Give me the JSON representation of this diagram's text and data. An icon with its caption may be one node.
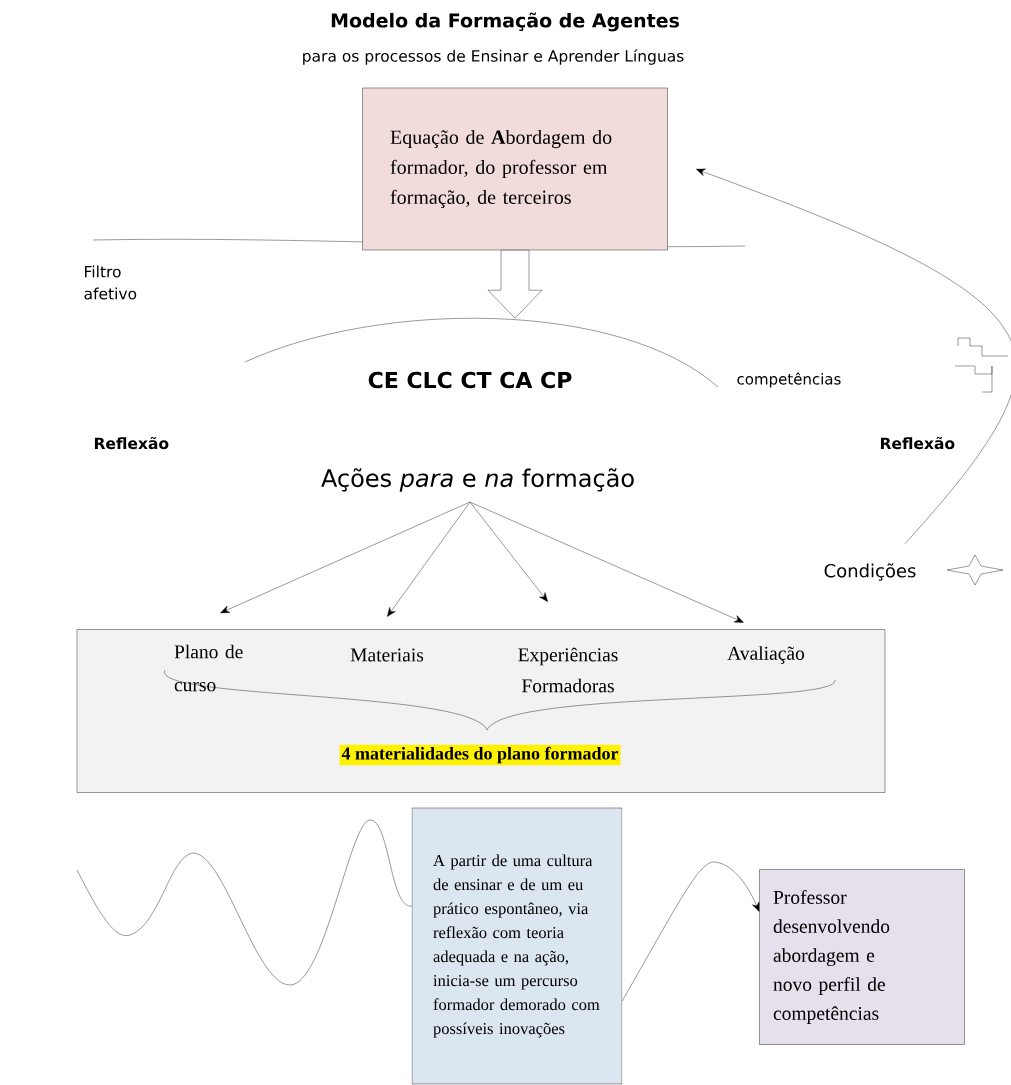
{
  "diagram": {
    "title": "Modelo da Formação de Agentes",
    "nodes": [
      {
        "text": [
          "Equação de **A**bordagem do formador, do professor em formação, de terceiros"
        ]
      },
      {
        "text": [
          "CE CLC CT CA CP"
        ]
      },
      {
        "text": [
          "Ações *para* e *na* formação"
        ]
      },
      {
        "text": [
          "4 materialidades do plano formador"
        ]
      },
      {
        "text": [
          "Plano de curso"
        ],
        "in": 3
      },
      {
        "text": [
          "Materiais"
        ],
        "in": 3
      },
      {
        "text": [
          "Experiências Formadoras"
        ],
        "in": 3
      },
      {
        "text": [
          "Avaliação"
        ],
        "in": 3
      },
      {
        "text": [
          "A partir de uma cultura de ensinar e de um eu prático espontâneo, via reflexão com teoria adequada e na ação, inicia-se um percurso formador demorado com possíveis inovações"
        ]
      },
      {
        "text": [
          "Professor desenvolvendo abordagem e novo perfil de competências"
        ]
      },
      {
        "text": [
          "Condições"
        ]
      }
    ],
    "edges": [
      {
        "from": 0,
        "to": 1,
        "arrow": "to",
        "style": "thick"
      },
      {
        "from": 2,
        "to": 4,
        "arrow": "to"
      },
      {
        "from": 2,
        "to": 5,
        "arrow": "to"
      },
      {
        "from": 2,
        "to": 6,
        "arrow": "to"
      },
      {
        "from": 2,
        "to": 7,
        "arrow": "to"
      },
      {
        "from": 10,
        "to": 0,
        "arrow": "to"
      },
      {
        "from": null,
        "to": 8,
        "arrow": "none"
      },
      {
        "from": 8,
        "to": 9,
        "arrow": "to"
      }
    ],
    "labels": [
      "para os processos de Ensinar e Aprender Línguas",
      "Filtro afetivo",
      "competências",
      "Reflexão",
      "Reflexão"
    ]
  }
}
